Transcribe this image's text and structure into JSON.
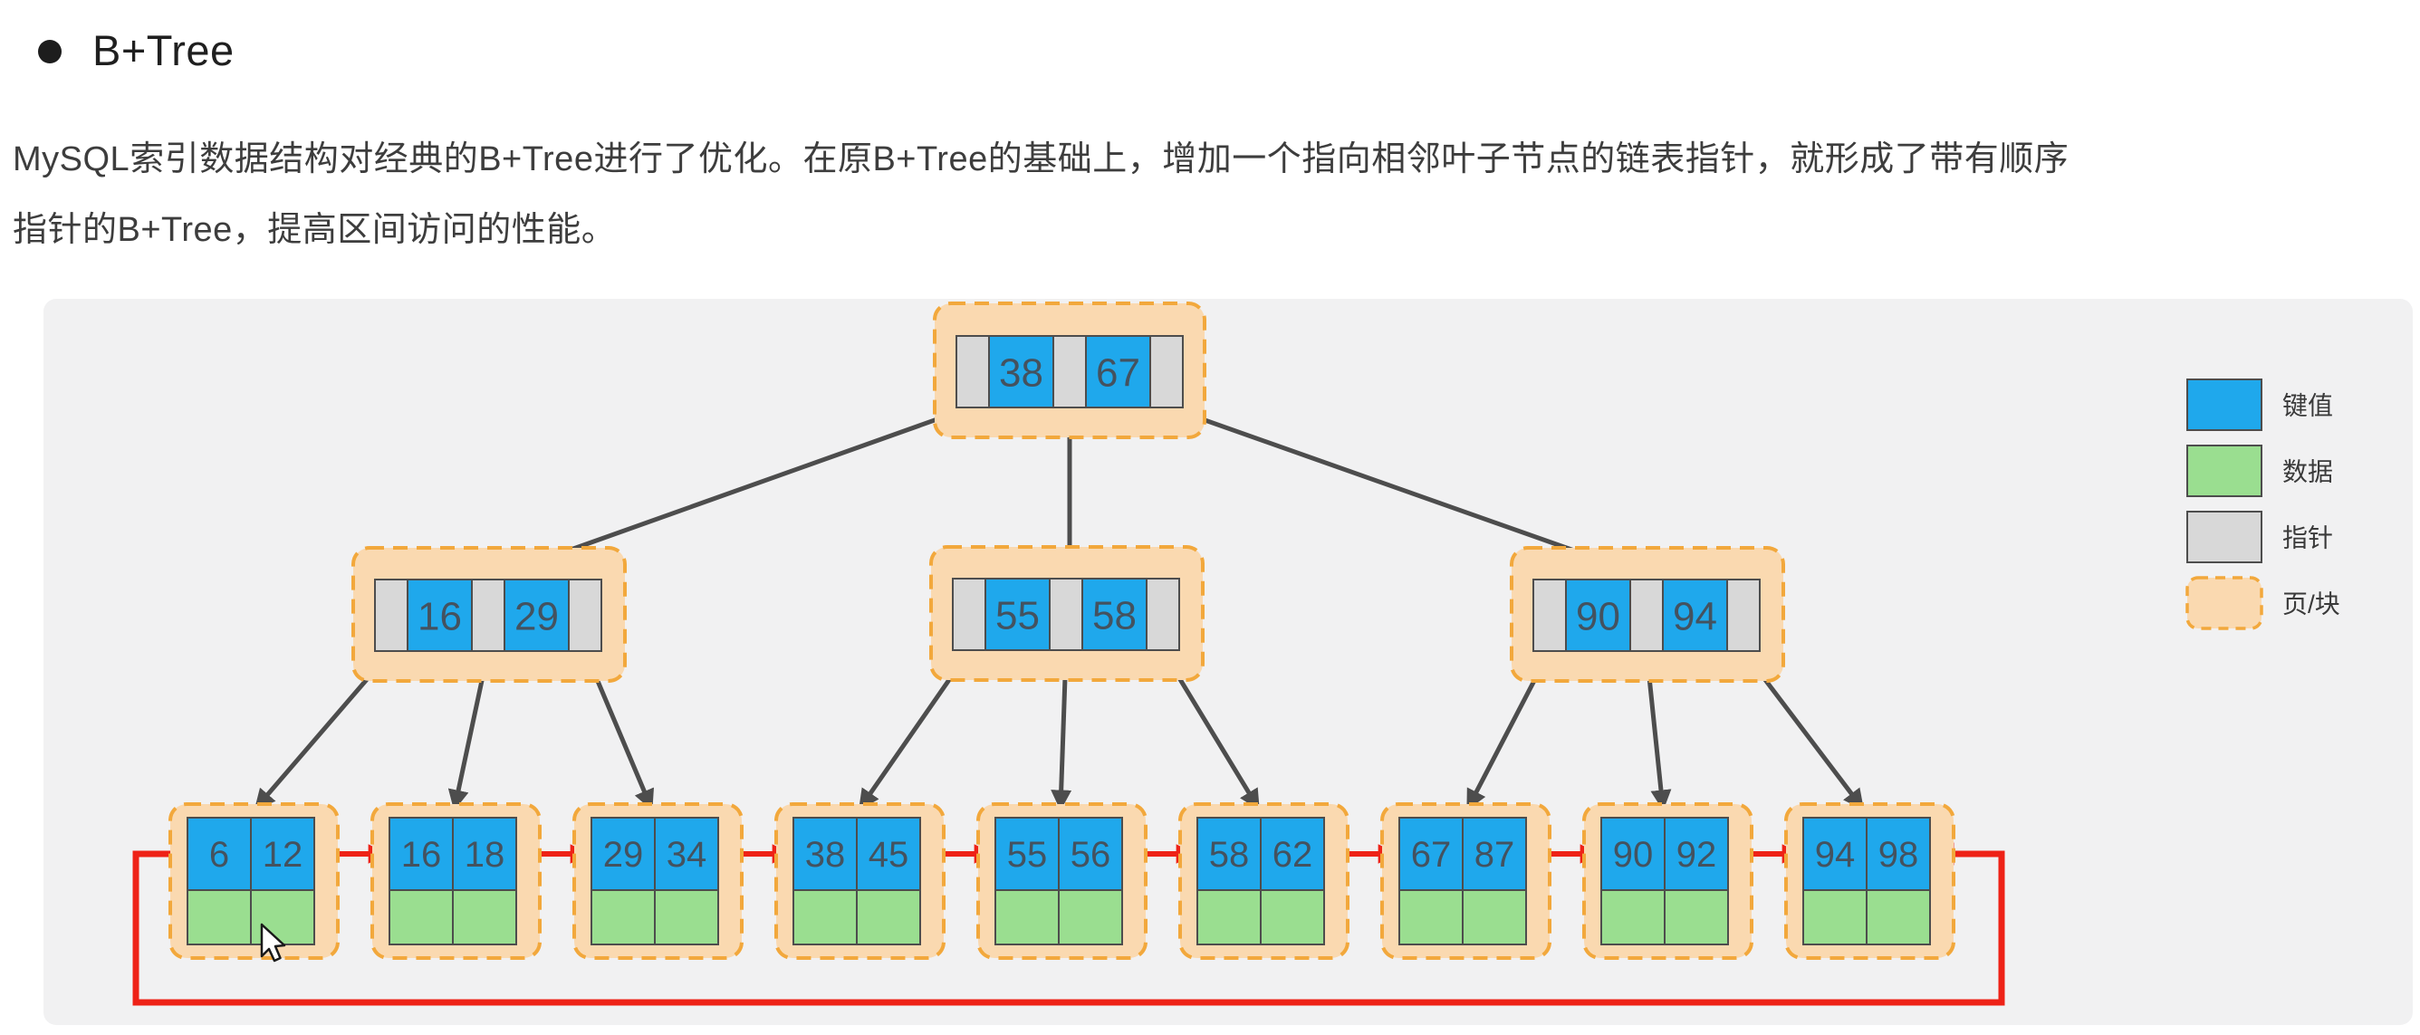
{
  "heading": {
    "bullet_icon": "filled-circle",
    "title": "B+Tree"
  },
  "paragraph": {
    "line1": "MySQL索引数据结构对经典的B+Tree进行了优化。在原B+Tree的基础上，增加一个指向相邻叶子节点的链表指针，就形成了带有顺序",
    "line2": "指针的B+Tree，提高区间访问的性能。"
  },
  "diagram": {
    "root": {
      "keys": [
        "38",
        "67"
      ]
    },
    "internal_nodes": [
      {
        "keys": [
          "16",
          "29"
        ]
      },
      {
        "keys": [
          "55",
          "58"
        ]
      },
      {
        "keys": [
          "90",
          "94"
        ]
      }
    ],
    "leaf_nodes": [
      {
        "keys": [
          "6",
          "12"
        ]
      },
      {
        "keys": [
          "16",
          "18"
        ]
      },
      {
        "keys": [
          "29",
          "34"
        ]
      },
      {
        "keys": [
          "38",
          "45"
        ]
      },
      {
        "keys": [
          "55",
          "56"
        ]
      },
      {
        "keys": [
          "58",
          "62"
        ]
      },
      {
        "keys": [
          "67",
          "87"
        ]
      },
      {
        "keys": [
          "90",
          "92"
        ]
      },
      {
        "keys": [
          "94",
          "98"
        ]
      }
    ],
    "legend": {
      "items": [
        {
          "label": "键值",
          "swatch": "key-cell"
        },
        {
          "label": "数据",
          "swatch": "data-cell"
        },
        {
          "label": "指针",
          "swatch": "pointer-cell"
        },
        {
          "label": "页/块",
          "swatch": "page-block"
        }
      ]
    },
    "colors": {
      "key_cell": "#1FA8EC",
      "data_cell": "#9ADE90",
      "pointer_cell": "#D8D8D8",
      "page_fill": "#FAD9B0",
      "page_border": "#F2A83C",
      "leaf_link_arrow": "#EE2217",
      "tree_edge": "#4D4D4D",
      "panel_background": "#F1F1F2"
    }
  }
}
